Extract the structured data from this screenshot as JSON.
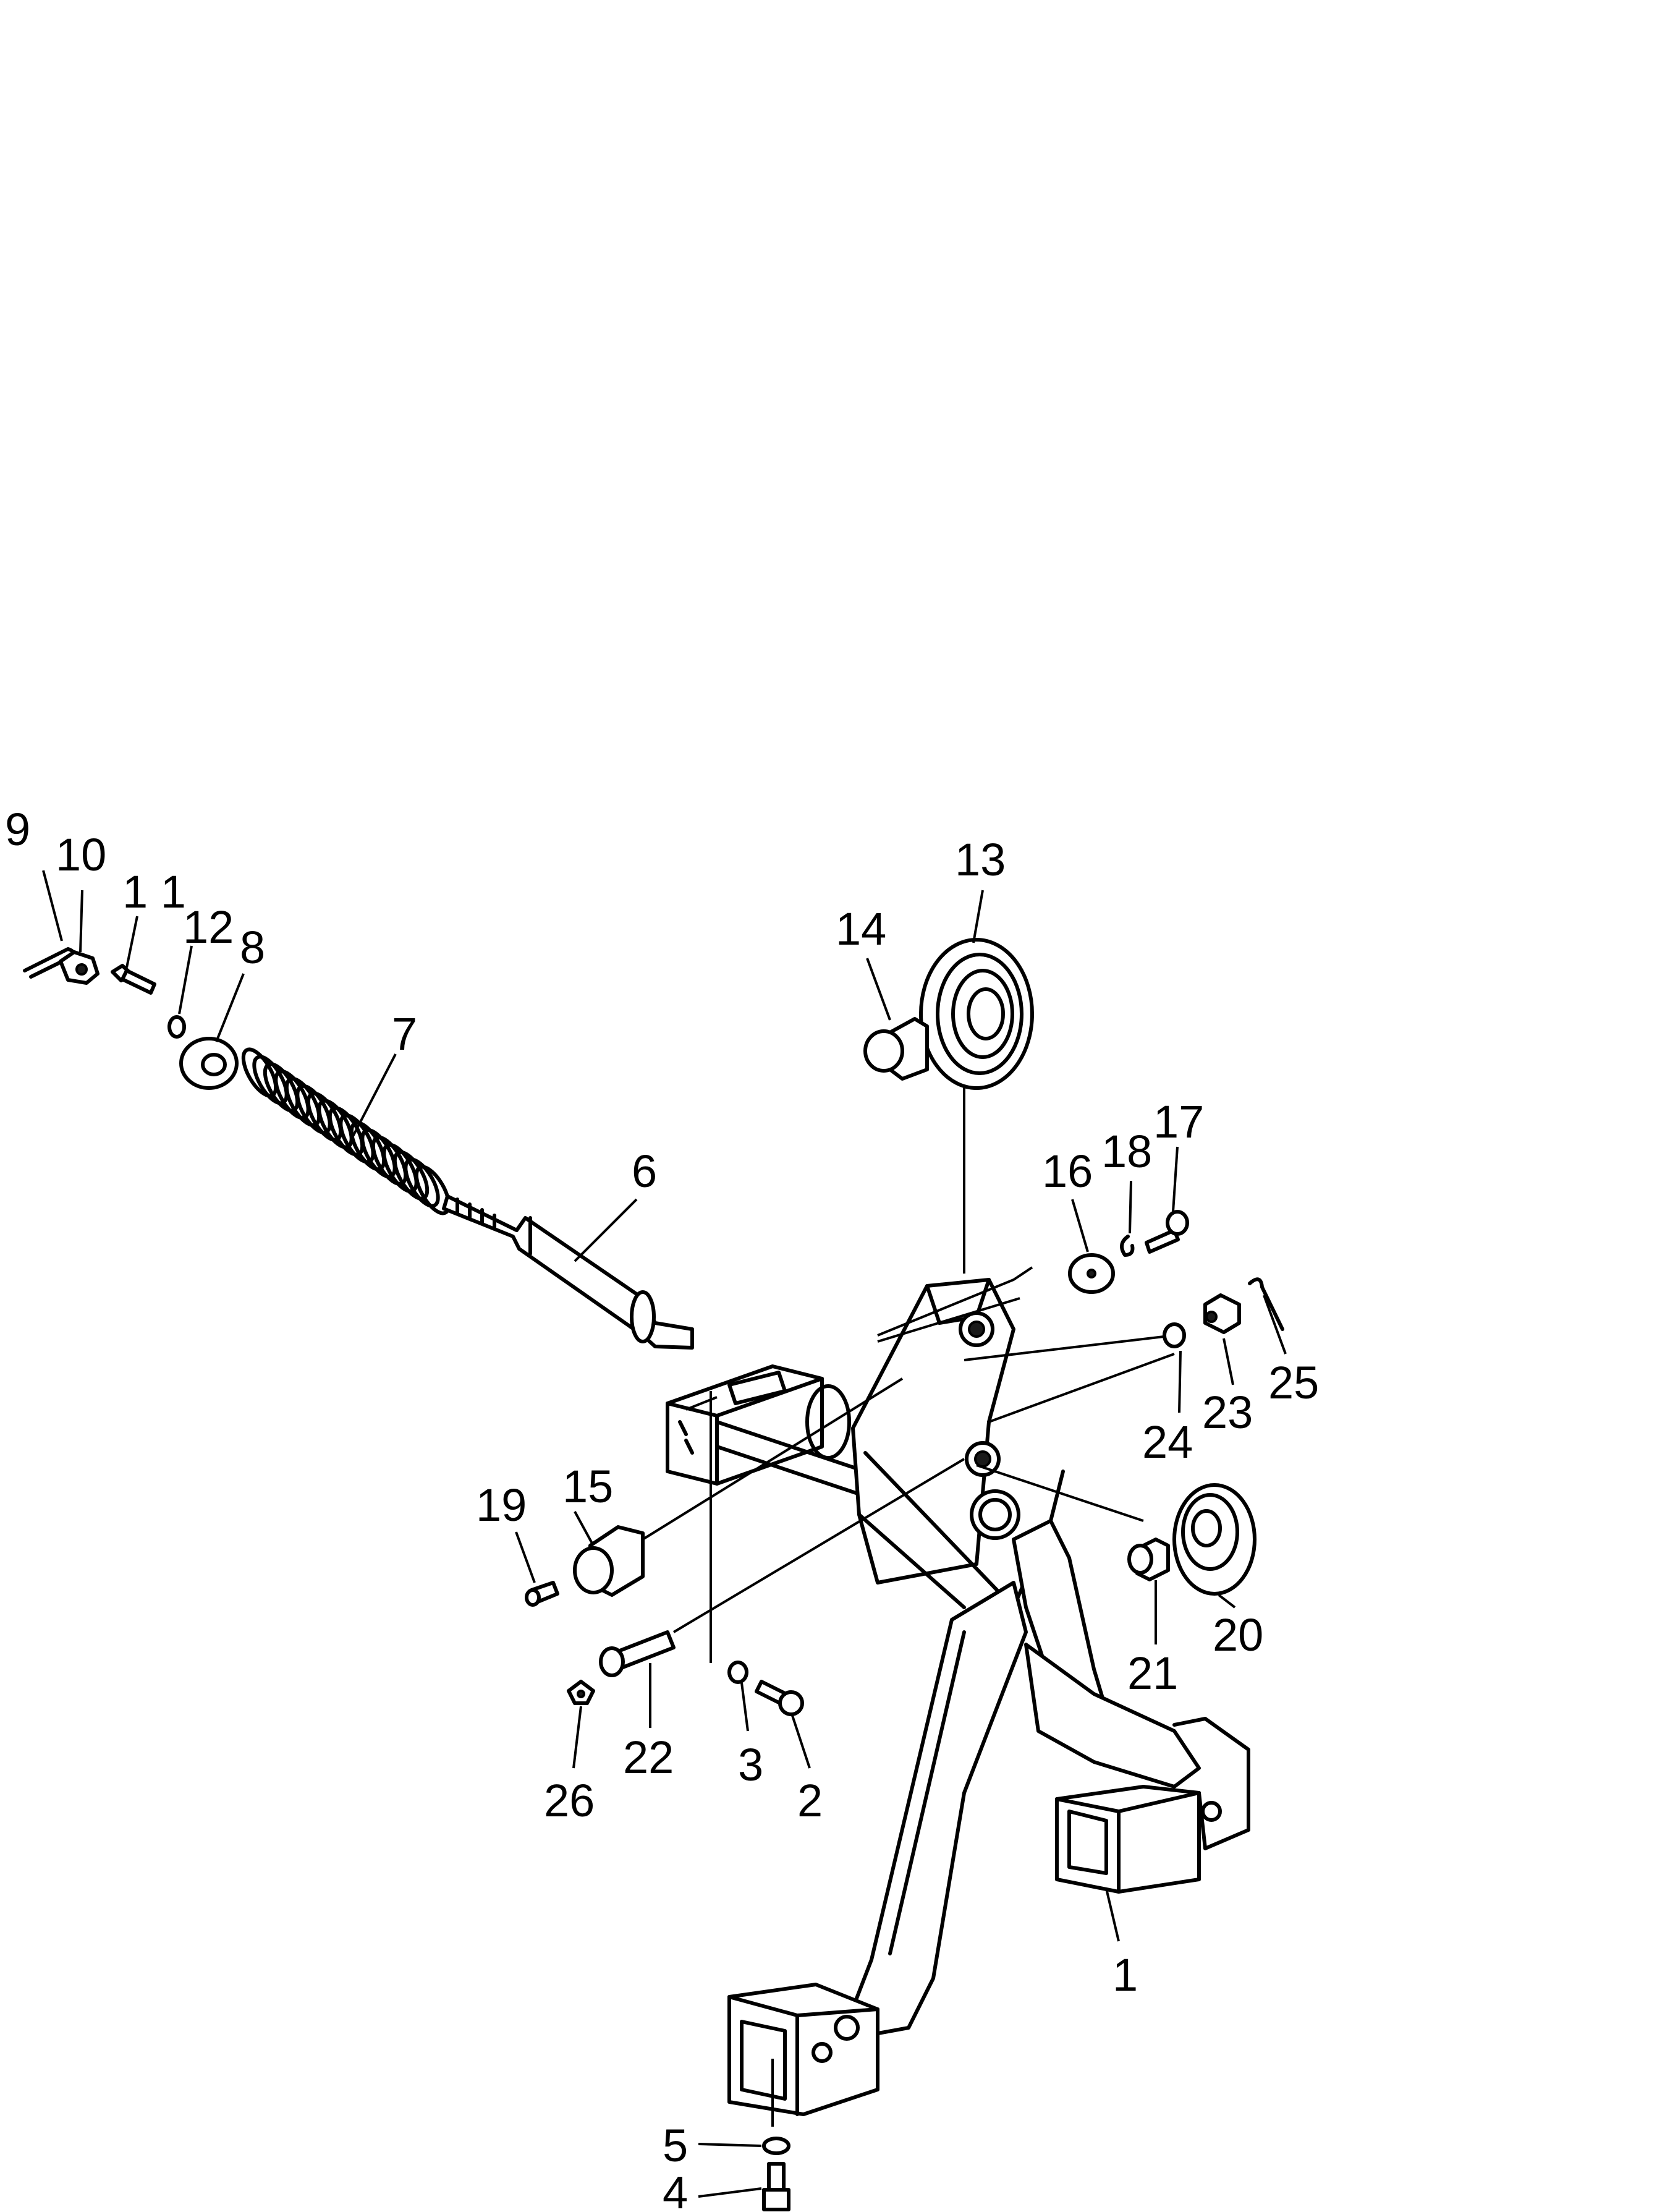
{
  "callouts": {
    "c1": "1",
    "c2": "2",
    "c3": "3",
    "c4": "4",
    "c5": "5",
    "c6": "6",
    "c7": "7",
    "c8": "8",
    "c9": "9",
    "c10": "10",
    "c11": "1 1",
    "c12": "12",
    "c13": "13",
    "c14": "14",
    "c15": "15",
    "c16": "16",
    "c17": "17",
    "c18": "18",
    "c19": "19",
    "c20": "20",
    "c21": "21",
    "c22": "22",
    "c23": "23",
    "c24": "24",
    "c25": "25",
    "c26": "26"
  },
  "colors": {
    "ink": "#000000",
    "paper": "#ffffff"
  }
}
